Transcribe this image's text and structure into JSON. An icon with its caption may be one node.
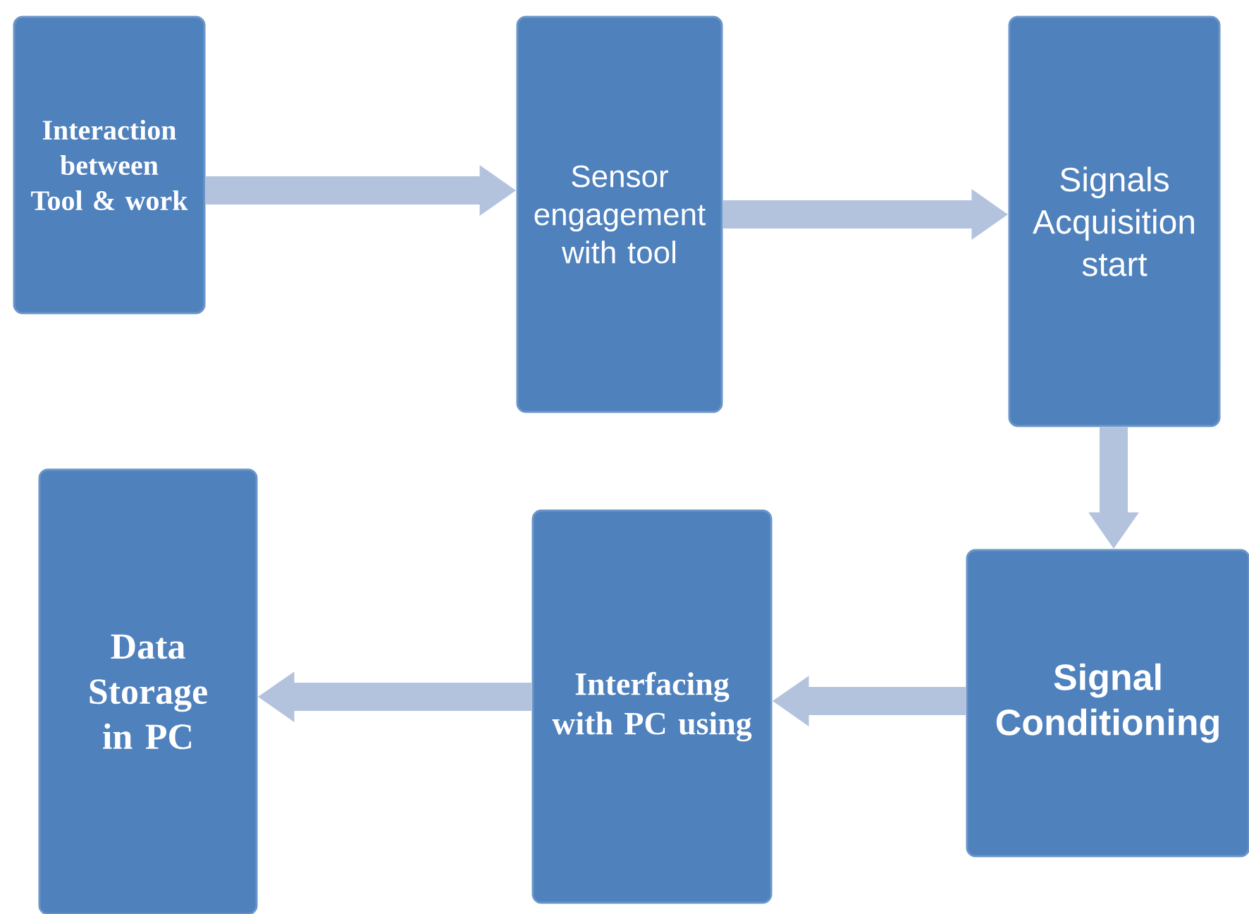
{
  "diagram": {
    "nodes": [
      {
        "text": [
          "Interaction between Tool & work"
        ]
      },
      {
        "text": [
          "Sensor engagement with tool"
        ]
      },
      {
        "text": [
          "Signals Acquisition start"
        ]
      },
      {
        "text": [
          "Signal Conditioning"
        ]
      },
      {
        "text": [
          "Interfacing with PC using"
        ]
      },
      {
        "text": [
          "Data Storage in PC"
        ]
      }
    ],
    "edges": [
      {
        "from": 0,
        "to": 1,
        "arrow": "to"
      },
      {
        "from": 1,
        "to": 2,
        "arrow": "to"
      },
      {
        "from": 2,
        "to": 3,
        "arrow": "to"
      },
      {
        "from": 3,
        "to": 4,
        "arrow": "to"
      },
      {
        "from": 4,
        "to": 5,
        "arrow": "to"
      }
    ]
  }
}
